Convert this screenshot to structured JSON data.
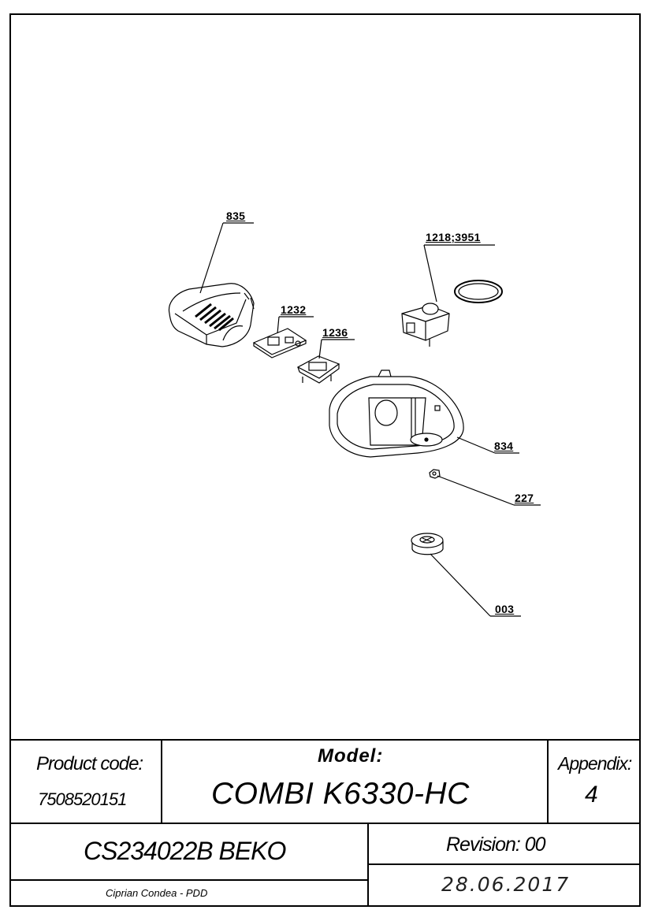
{
  "callouts": {
    "p835": "835",
    "p1232": "1232",
    "p1236": "1236",
    "p1218": "1218;3951",
    "p834": "834",
    "p227": "227",
    "p003": "003"
  },
  "title_block": {
    "product_code_label": "Product code:",
    "product_code_value": "7508520151",
    "model_label": "Model:",
    "model_value": "COMBI K6330-HC",
    "appendix_label": "Appendix:",
    "appendix_value": "4",
    "document_code": "CS234022B BEKO",
    "revision": "Revision: 00",
    "author": "Ciprian Condea - PDD",
    "date": "28.06.2017"
  }
}
